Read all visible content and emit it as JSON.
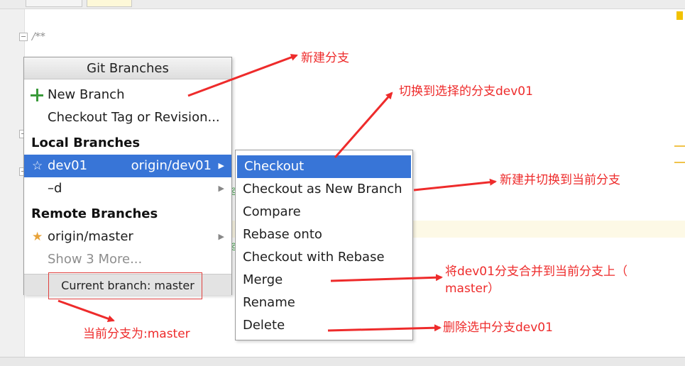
{
  "editor": {
    "comment_text": "/**",
    "code_fragment_a": "@",
    "code_fragment_b": "@"
  },
  "popup": {
    "title": "Git Branches",
    "new_branch": "New Branch",
    "checkout_tag": "Checkout Tag or Revision...",
    "local_header": "Local Branches",
    "local_branches": [
      {
        "name": "dev01",
        "tracking": "origin/dev01",
        "starred": true,
        "icon": "star-outline-icon"
      },
      {
        "name": "–d",
        "tracking": "",
        "starred": false
      }
    ],
    "remote_header": "Remote Branches",
    "remote_branches": [
      {
        "name": "origin/master",
        "starred": true,
        "icon": "star-filled-icon"
      }
    ],
    "show_more": "Show 3 More...",
    "current_branch": "Current branch: master"
  },
  "submenu": {
    "items": [
      "Checkout",
      "Checkout as New Branch",
      "Compare",
      "Rebase onto",
      "Checkout with Rebase",
      "Merge",
      "Rename",
      "Delete"
    ],
    "selected": "Checkout"
  },
  "annotations": {
    "new_branch": "新建分支",
    "checkout": "切换到选择的分支dev01",
    "checkout_new": "新建并切换到当前分支",
    "merge_line1": "将dev01分支合并到当前分支上（",
    "merge_line2": "master）",
    "delete": "删除选中分支dev01",
    "current": "当前分支为:master"
  },
  "colors": {
    "selection": "#3875d7",
    "annotation": "#ee2b2b",
    "plus": "#3a9a3a",
    "star": "#e8a33a"
  }
}
